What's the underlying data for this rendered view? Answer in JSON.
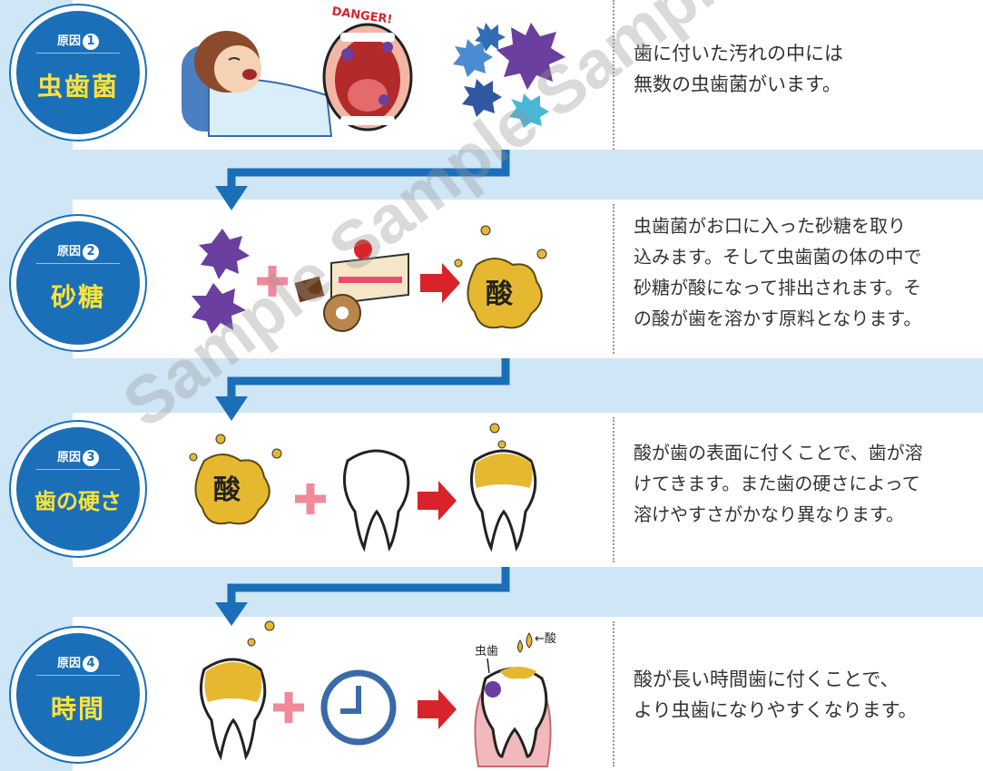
{
  "steps": [
    {
      "tag": "原因",
      "num": "1",
      "title": "虫歯菌",
      "lines": [
        "歯に付いた汚れの中には",
        "無数の虫歯菌がいます。"
      ]
    },
    {
      "tag": "原因",
      "num": "2",
      "title": "砂糖",
      "lines": [
        "虫歯菌がお口に入った砂糖を取り",
        "込みます。そして虫歯菌の体の中で",
        "砂糖が酸になって排出されます。そ",
        "の酸が歯を溶かす原料となります。"
      ]
    },
    {
      "tag": "原因",
      "num": "3",
      "title": "歯の硬さ",
      "lines": [
        "酸が歯の表面に付くことで、歯が溶",
        "けてきます。また歯の硬さによって",
        "溶けやすさがかなり異なります。"
      ]
    },
    {
      "tag": "原因",
      "num": "4",
      "title": "時間",
      "lines": [
        "酸が長い時間歯に付くことで、",
        "より虫歯になりやすくなります。"
      ]
    }
  ],
  "labels": {
    "danger": "DANGER!",
    "acid": "酸",
    "decay": "虫歯",
    "acid_arrow": "←酸"
  },
  "watermark": "Sample Sample Sample Sample",
  "colors": {
    "badge": "#1a6fb8",
    "title": "#ffe23a",
    "arrow": "#1a6fb8",
    "red_arrow": "#d8232a",
    "plus": "#f08a9a",
    "acid": "#e6b830",
    "germ": "#6a3fa0"
  }
}
